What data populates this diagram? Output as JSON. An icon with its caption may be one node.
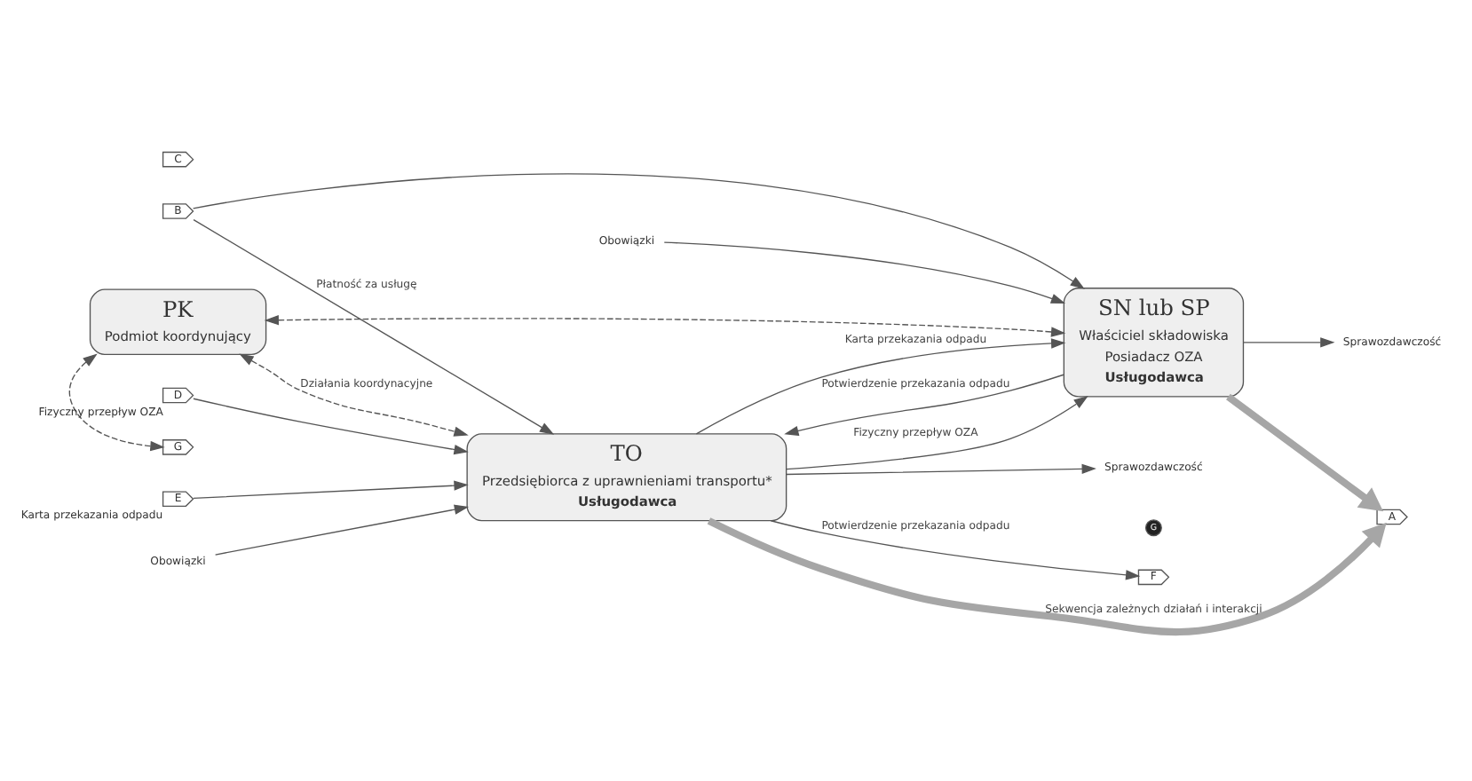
{
  "diagram": {
    "nodes": [
      {
        "text": [
          "PK",
          "Podmiot koordynujący"
        ]
      },
      {
        "text": [
          "TO",
          "Przedsiębiorca z uprawnieniami transportu*",
          "Usługodawca"
        ]
      },
      {
        "text": [
          "SN lub SP",
          "Właściciel składowiska",
          "Posiadacz OZA",
          "Usługodawca"
        ]
      },
      {
        "text": [
          "A"
        ]
      },
      {
        "text": [
          "B"
        ]
      },
      {
        "text": [
          "C"
        ]
      },
      {
        "text": [
          "D"
        ],
        "beside": [
          "Fizyczny przepływ OZA"
        ]
      },
      {
        "text": [
          "E"
        ],
        "beside": [
          "Karta przekazania odpadu"
        ]
      },
      {
        "text": [
          "F"
        ]
      },
      {
        "text": [
          "G"
        ]
      },
      {
        "text": [
          "Obowiązki"
        ]
      },
      {
        "text": [
          "Sprawozdawczość"
        ]
      },
      {
        "text": [
          "Obowiązki"
        ]
      },
      {
        "text": [
          "Sprawozdawczość"
        ]
      }
    ],
    "edges": [
      {
        "from": 1,
        "to": 3,
        "arrow": "to",
        "label": "Sekwencja zależnych działań i interakcji",
        "style": "thick",
        "color": "#a6a6a6"
      },
      {
        "from": 2,
        "to": 3,
        "arrow": "to",
        "style": "thick",
        "color": "#a6a6a6"
      },
      {
        "from": 4,
        "to": 1,
        "arrow": "to",
        "label": "Płatność za usługę"
      },
      {
        "from": 4,
        "to": 2,
        "arrow": "to"
      },
      {
        "from": 0,
        "to": 1,
        "arrow": "both",
        "style": "dashed",
        "label": "Działania koordynacyjne"
      },
      {
        "from": 0,
        "to": 2,
        "arrow": "both",
        "style": "dashed"
      },
      {
        "from": 0,
        "to": 9,
        "arrow": "both",
        "style": "dashed"
      },
      {
        "from": 6,
        "to": 1,
        "arrow": "to"
      },
      {
        "from": 7,
        "to": 1,
        "arrow": "to"
      },
      {
        "from": 1,
        "to": 2,
        "arrow": "to",
        "label": "Fizyczny przepływ OZA"
      },
      {
        "from": 1,
        "to": 2,
        "arrow": "to",
        "label": "Karta przekazania odpadu"
      },
      {
        "from": 1,
        "to": 8,
        "arrow": "to",
        "label": "Potwierdzenie przekazania odpadu"
      },
      {
        "from": 2,
        "to": 1,
        "arrow": "to",
        "label": "Potwierdzenie przekazania odpadu"
      },
      {
        "from": 10,
        "to": 1,
        "arrow": "to"
      },
      {
        "from": 1,
        "to": 11,
        "arrow": "to"
      },
      {
        "from": 12,
        "to": 2,
        "arrow": "to"
      },
      {
        "from": 2,
        "to": 13,
        "arrow": "to"
      }
    ],
    "labels": [
      "G"
    ]
  }
}
